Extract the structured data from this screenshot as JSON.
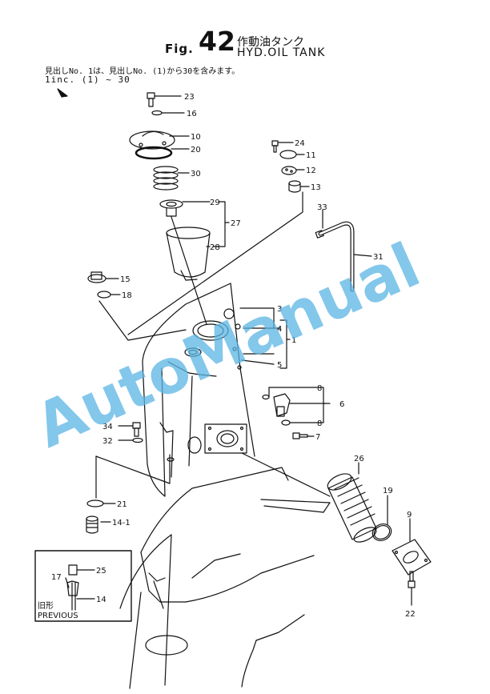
{
  "header": {
    "fig_prefix": "Fig.",
    "fig_number": "42",
    "title_jp": "作動油タンク",
    "title_en": "HYD.OIL TANK",
    "note_jp": "見出しNo. 1は、見出しNo. (1)から30を含みます。",
    "note_en": "1inc. (1) ~ 30"
  },
  "callouts": {
    "c1": "1",
    "c3": "3",
    "c4": "4",
    "c5": "5",
    "c6": "6",
    "c7": "7",
    "c8a": "8",
    "c8b": "8",
    "c9": "9",
    "c10": "10",
    "c11": "11",
    "c12": "12",
    "c13": "13",
    "c14": "14",
    "c14_1": "14-1",
    "c15": "15",
    "c16": "16",
    "c17": "17",
    "c18": "18",
    "c19": "19",
    "c20": "20",
    "c21": "21",
    "c22": "22",
    "c23": "23",
    "c24": "24",
    "c25": "25",
    "c26": "26",
    "c27": "27",
    "c28": "28",
    "c29": "29",
    "c30": "30",
    "c31": "31",
    "c32": "32",
    "c33": "33",
    "c34": "34"
  },
  "inset": {
    "label_jp": "旧形",
    "label_en": "PREVIOUS"
  },
  "watermark": {
    "text": "AutoManual",
    "color": "#5ab4e4"
  }
}
